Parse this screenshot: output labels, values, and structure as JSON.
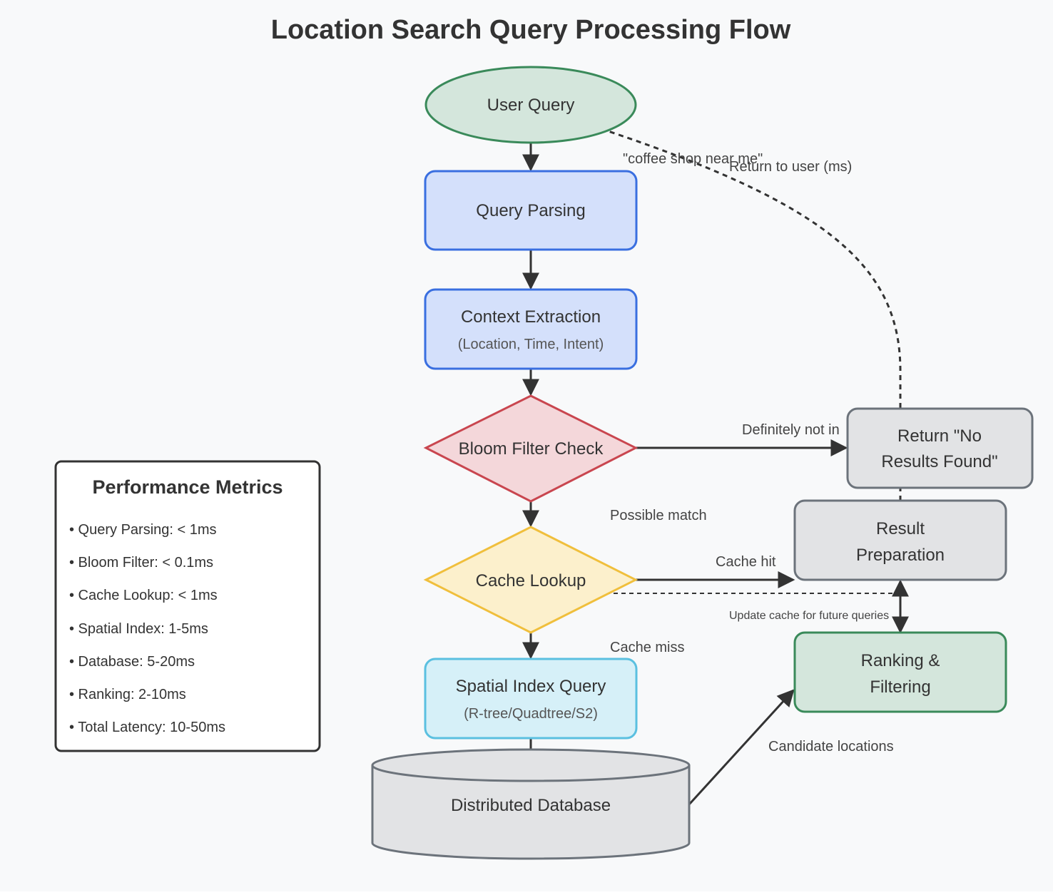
{
  "title": "Location Search Query Processing Flow",
  "nodes": {
    "user_query": {
      "label": "User Query"
    },
    "query_parsing": {
      "label": "Query Parsing"
    },
    "context_extraction": {
      "label": "Context Extraction",
      "sublabel": "(Location, Time, Intent)"
    },
    "bloom_filter": {
      "label": "Bloom Filter Check"
    },
    "cache_lookup": {
      "label": "Cache Lookup"
    },
    "spatial_index": {
      "label": "Spatial Index Query",
      "sublabel": "(R-tree/Quadtree/S2)"
    },
    "distributed_db": {
      "label": "Distributed Database"
    },
    "ranking": {
      "label_line1": "Ranking &",
      "label_line2": "Filtering"
    },
    "result_prep": {
      "label_line1": "Result",
      "label_line2": "Preparation"
    },
    "no_results": {
      "label_line1": "Return \"No",
      "label_line2": "Results Found\""
    }
  },
  "edges": {
    "query_example": "\"coffee shop near me\"",
    "return_to_user": "Return to user (ms)",
    "definitely_not": "Definitely not in",
    "possible_match": "Possible match",
    "cache_hit": "Cache hit",
    "update_cache": "Update cache for future queries",
    "cache_miss": "Cache miss",
    "candidate_locations": "Candidate locations"
  },
  "metrics": {
    "title": "Performance Metrics",
    "items": [
      "• Query Parsing: < 1ms",
      "• Bloom Filter: < 0.1ms",
      "• Cache Lookup: < 1ms",
      "• Spatial Index: 1-5ms",
      "• Database: 5-20ms",
      "• Ranking: 2-10ms",
      "• Total Latency: 10-50ms"
    ]
  },
  "colors": {
    "user_query_fill": "#d4e6dc",
    "user_query_stroke": "#3a8a5a",
    "blue_fill": "#d4e0fb",
    "blue_stroke": "#3a6fe0",
    "bloom_fill": "#f4d7da",
    "bloom_stroke": "#c9464f",
    "cache_fill": "#fcf0cc",
    "cache_stroke": "#f0bf3c",
    "spatial_fill": "#d6f0f8",
    "spatial_stroke": "#5bc0e0",
    "gray_fill": "#e2e3e5",
    "gray_stroke": "#6c737b",
    "green_fill": "#d4e6dc",
    "green_stroke": "#3a8a5a",
    "edge": "#333333"
  }
}
